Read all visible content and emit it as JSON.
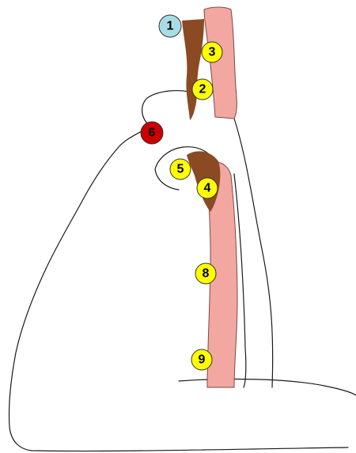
{
  "colors": {
    "station_marker": "#ffff00",
    "station_marker_alt": "#a9dde6",
    "station_marker_highlight": "#cc0000",
    "vessel": "#f2a7a1",
    "lymph_tissue": "#8b4a22",
    "outline": "#1a1a1a"
  },
  "markers": [
    {
      "label": "1",
      "color": "#a9dde6"
    },
    {
      "label": "3",
      "color": "#ffff00"
    },
    {
      "label": "2",
      "color": "#ffff00"
    },
    {
      "label": "6",
      "color": "#cc0000"
    },
    {
      "label": "5",
      "color": "#ffff00"
    },
    {
      "label": "4",
      "color": "#ffff00"
    },
    {
      "label": "8",
      "color": "#ffff00"
    },
    {
      "label": "9",
      "color": "#ffff00"
    }
  ]
}
